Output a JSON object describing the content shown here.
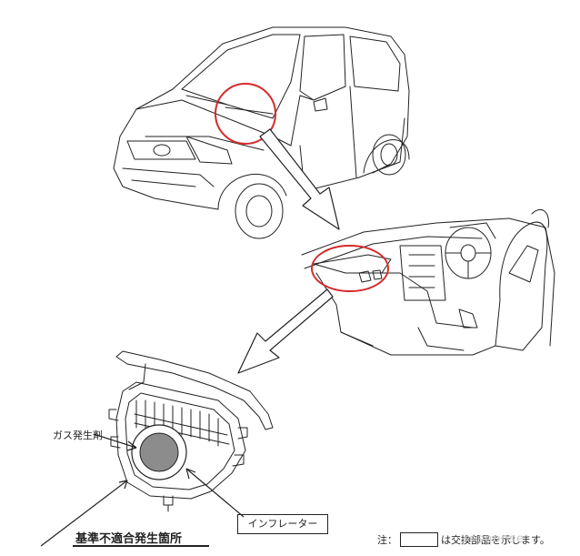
{
  "labels": {
    "gas_generant": "ガス発生剤",
    "inflator": "インフレーター",
    "nonconformity_location": "基準不適合発生箇所"
  },
  "note": {
    "prefix": "注：",
    "suffix": "は交換部品を示します。"
  },
  "watermark": "response",
  "colors": {
    "line": "#222222",
    "highlight_circle": "#d42a2a",
    "inflator_fill": "#8c8c8c"
  }
}
